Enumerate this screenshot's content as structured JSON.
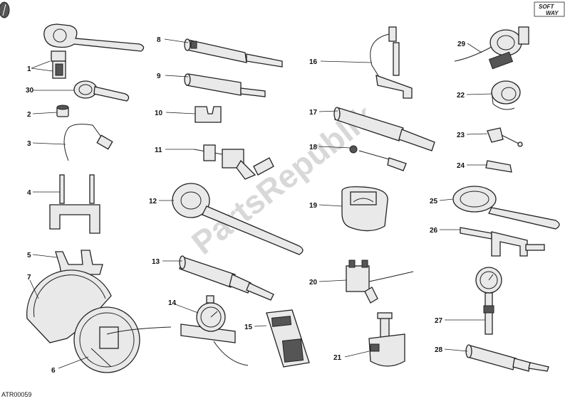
{
  "diagram": {
    "diagram_code": "ATR00059",
    "brand": {
      "line1": "SOFT",
      "line2": "WAY"
    },
    "watermark": "PartsRepublik",
    "callouts": [
      {
        "id": "c1",
        "label": "1"
      },
      {
        "id": "c2",
        "label": "2"
      },
      {
        "id": "c3",
        "label": "3"
      },
      {
        "id": "c4",
        "label": "4"
      },
      {
        "id": "c5",
        "label": "5"
      },
      {
        "id": "c6",
        "label": "6"
      },
      {
        "id": "c7",
        "label": "7"
      },
      {
        "id": "c8",
        "label": "8"
      },
      {
        "id": "c9",
        "label": "9"
      },
      {
        "id": "c10",
        "label": "10"
      },
      {
        "id": "c11",
        "label": "11"
      },
      {
        "id": "c12",
        "label": "12"
      },
      {
        "id": "c13",
        "label": "13"
      },
      {
        "id": "c14",
        "label": "14"
      },
      {
        "id": "c15",
        "label": "15"
      },
      {
        "id": "c16",
        "label": "16"
      },
      {
        "id": "c17",
        "label": "17"
      },
      {
        "id": "c18",
        "label": "18"
      },
      {
        "id": "c19",
        "label": "19"
      },
      {
        "id": "c20",
        "label": "20"
      },
      {
        "id": "c21",
        "label": "21"
      },
      {
        "id": "c22",
        "label": "22"
      },
      {
        "id": "c23",
        "label": "23"
      },
      {
        "id": "c24",
        "label": "24"
      },
      {
        "id": "c25",
        "label": "25"
      },
      {
        "id": "c26",
        "label": "26"
      },
      {
        "id": "c27",
        "label": "27"
      },
      {
        "id": "c28",
        "label": "28"
      },
      {
        "id": "c29",
        "label": "29"
      },
      {
        "id": "c30",
        "label": "30"
      }
    ]
  }
}
